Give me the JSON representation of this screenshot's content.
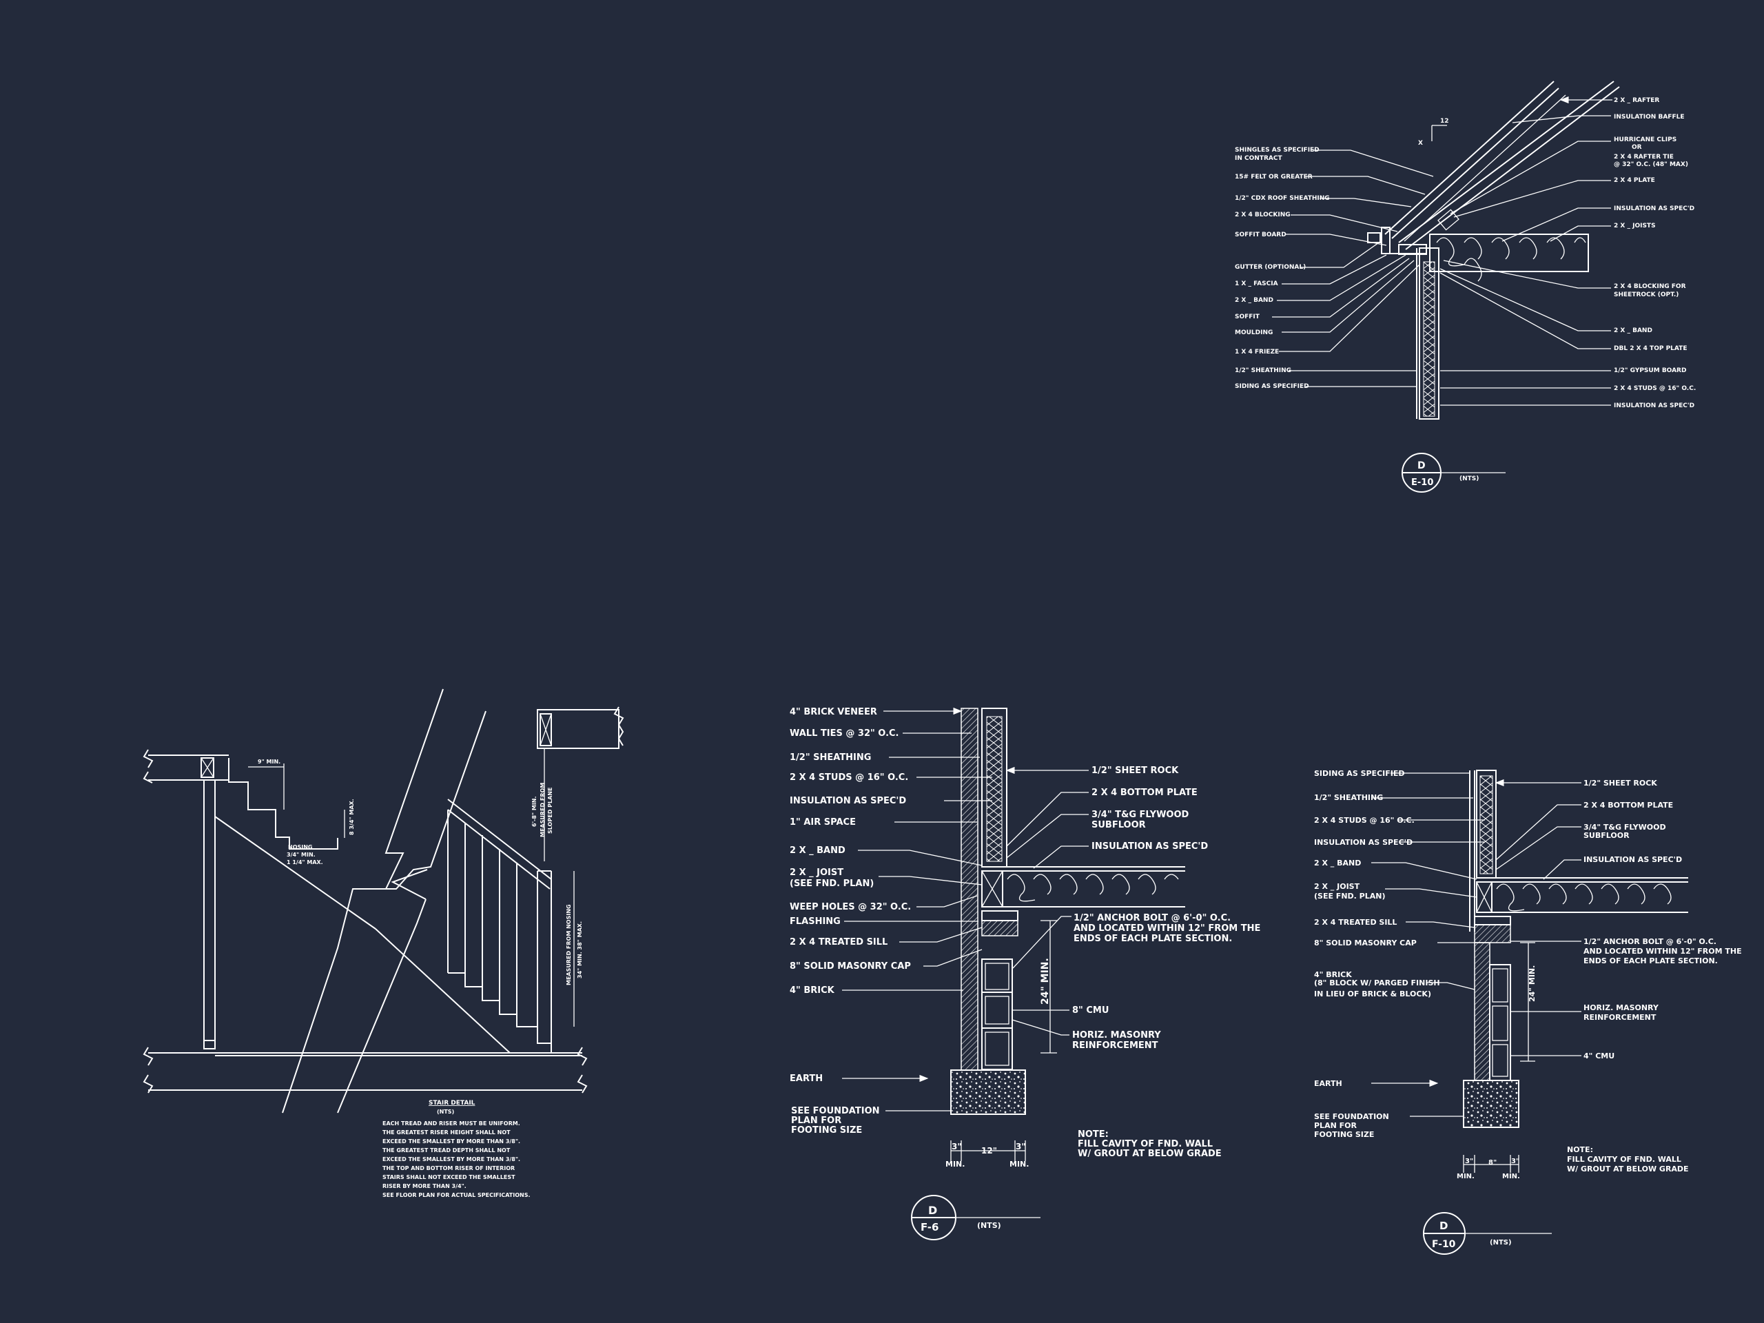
{
  "roof_detail": {
    "callout_right": [
      "2 X _ RAFTER",
      "INSULATION BAFFLE",
      "HURRICANE CLIPS",
      "OR",
      "2 X 4 RAFTER TIE",
      "@ 32\" O.C. (48\" MAX)",
      "2 X 4 PLATE",
      "INSULATION AS SPEC'D",
      "2 X _ JOISTS",
      "2 X 4 BLOCKING FOR",
      "SHEETROCK (OPT.)",
      "2 X _ BAND",
      "DBL 2 X 4 TOP PLATE",
      "1/2\" GYPSUM BOARD",
      "2 X 4 STUDS @ 16\" O.C.",
      "INSULATION AS SPEC'D"
    ],
    "callout_left": [
      "SHINGLES AS SPECIFIED",
      "IN CONTRACT",
      "15# FELT OR GREATER",
      "1/2\" CDX ROOF SHEATHING",
      "2 X 4 BLOCKING",
      "SOFFIT BOARD",
      "GUTTER (OPTIONAL)",
      "1 X _ FASCIA",
      "2 X _ BAND",
      "SOFFIT",
      "MOULDING",
      "1 X 4 FRIEZE",
      "1/2\" SHEATHING",
      "SIDING AS SPECIFIED"
    ],
    "pitch_x": "X",
    "pitch_12": "12",
    "tag_letter": "D",
    "tag_sheet": "E-10",
    "tag_scale": "(NTS)"
  },
  "stair_detail": {
    "dim_9_min": "9\" MIN.",
    "dim_riser": "8 3/4\" MAX.",
    "nosing_1": "NOSING",
    "nosing_2": "3/4\" MIN.",
    "nosing_3": "1 1/4\" MAX.",
    "headroom_1": "6'-8\" MIN.",
    "headroom_2": "MEASURED FROM",
    "headroom_3": "SLOPED PLANE",
    "rail_1": "MEASURED FROM NOSING",
    "rail_2": "34\" MIN. 38\" MAX.",
    "title": "STAIR DETAIL",
    "scale": "(NTS)",
    "notes": [
      "EACH TREAD AND RISER MUST BE UNIFORM.",
      "THE GREATEST RISER HEIGHT SHALL NOT",
      "EXCEED THE SMALLEST BY MORE THAN  3/8\".",
      "THE GREATEST TREAD DEPTH SHALL NOT",
      "EXCEED THE SMALLEST BY MORE THAN  3/8\".",
      "THE TOP AND BOTTOM RISER OF INTERIOR",
      "STAIRS SHALL NOT EXCEED THE SMALLEST",
      "RISER BY MORE THAN 3/4\".",
      "SEE FLOOR PLAN FOR ACTUAL SPECIFICATIONS."
    ]
  },
  "brick_detail": {
    "callout_left": [
      "4\" BRICK VENEER",
      "WALL TIES @ 32\" O.C.",
      "1/2\" SHEATHING",
      "2 X 4 STUDS @ 16\" O.C.",
      "INSULATION AS SPEC'D",
      "1\" AIR SPACE",
      "2 X _ BAND",
      "2 X _ JOIST",
      "(SEE FND. PLAN)",
      "WEEP HOLES @ 32\" O.C.",
      "FLASHING",
      "2 X 4 TREATED SILL",
      "8\" SOLID MASONRY CAP",
      "4\" BRICK"
    ],
    "callout_right": [
      "1/2\" SHEET ROCK",
      "2 X 4 BOTTOM PLATE",
      "3/4\" T&G FLYWOOD",
      "SUBFLOOR",
      "INSULATION AS SPEC'D",
      "1/2\" ANCHOR BOLT @ 6'-0\" O.C.",
      "AND LOCATED WITHIN 12\" FROM THE",
      "ENDS OF EACH PLATE SECTION.",
      "8\" CMU",
      "HORIZ. MASONRY",
      "REINFORCEMENT"
    ],
    "dim_24": "24\" MIN.",
    "earth": "EARTH",
    "see_fnd": [
      "SEE FOUNDATION",
      "PLAN FOR",
      "FOOTING SIZE"
    ],
    "dim_3a": "3\"",
    "dim_12": "12\"",
    "dim_3b": "3\"",
    "min_a": "MIN.",
    "min_b": "MIN.",
    "note": [
      "NOTE:",
      "FILL CAVITY OF FND. WALL",
      "W/ GROUT AT BELOW GRADE"
    ],
    "tag_letter": "D",
    "tag_sheet": "F-6",
    "tag_scale": "(NTS)"
  },
  "siding_detail": {
    "callout_left": [
      "SIDING AS SPECIFIED",
      "1/2\" SHEATHING",
      "2 X 4 STUDS @ 16\" O.C.",
      "INSULATION AS SPEC'D",
      "2 X _ BAND",
      "2 X _ JOIST",
      "(SEE FND. PLAN)",
      "2 X 4 TREATED SILL",
      "8\" SOLID MASONRY CAP",
      "4\" BRICK",
      "(8\" BLOCK W/ PARGED FINISH",
      "IN LIEU OF BRICK & BLOCK)"
    ],
    "callout_right": [
      "1/2\" SHEET ROCK",
      "2 X 4 BOTTOM PLATE",
      "3/4\" T&G FLYWOOD",
      "SUBFLOOR",
      "INSULATION AS SPEC'D",
      "1/2\" ANCHOR BOLT @ 6'-0\" O.C.",
      "AND LOCATED WITHIN 12\" FROM THE",
      "ENDS OF EACH PLATE SECTION.",
      "HORIZ. MASONRY",
      "REINFORCEMENT",
      "4\" CMU"
    ],
    "dim_24": "24\" MIN.",
    "earth": "EARTH",
    "see_fnd": [
      "SEE FOUNDATION",
      "PLAN FOR",
      "FOOTING SIZE"
    ],
    "dim_3a": "3\"",
    "dim_8": "8\"",
    "dim_3b": "3\"",
    "min_a": "MIN.",
    "min_b": "MIN.",
    "note": [
      "NOTE:",
      "FILL CAVITY OF FND. WALL",
      "W/ GROUT AT BELOW GRADE"
    ],
    "tag_letter": "D",
    "tag_sheet": "F-10",
    "tag_scale": "(NTS)"
  }
}
